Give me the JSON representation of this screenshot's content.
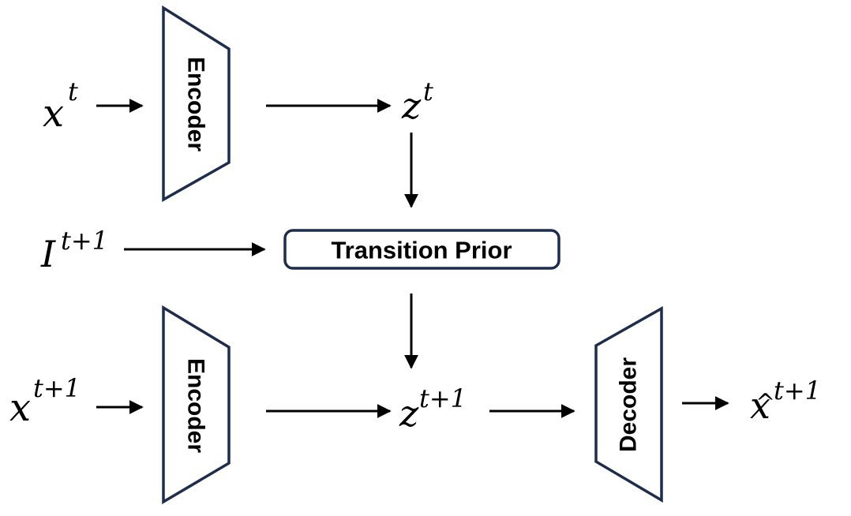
{
  "blocks": {
    "encoder_top": "Encoder",
    "encoder_bottom": "Encoder",
    "transition": "Transition Prior",
    "decoder": "Decoder"
  },
  "symbols": {
    "x_t": {
      "base": "x",
      "sup": "t"
    },
    "z_t": {
      "base": "z",
      "sup": "t"
    },
    "I_t1": {
      "base": "I",
      "sup": "t+1"
    },
    "x_t1": {
      "base": "x",
      "sup": "t+1"
    },
    "z_t1": {
      "base": "z",
      "sup": "t+1"
    },
    "xhat_t1": {
      "base": "x",
      "hat": "^",
      "sup": "t+1"
    }
  },
  "colors": {
    "block_stroke": "#1f2d4d",
    "arrow": "#000000"
  }
}
